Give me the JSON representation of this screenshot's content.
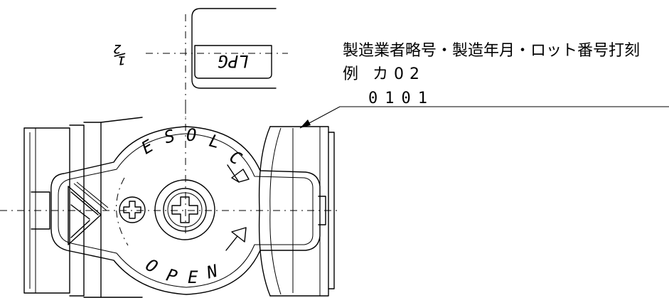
{
  "annotation": {
    "line1": "製造業者略号・製造年月・ロット番号打刻",
    "example_label": "例",
    "example_code": "カ02",
    "lot_code": "0101"
  },
  "stamp": {
    "size_mark": "½",
    "gas_type": "LPG"
  },
  "handle": {
    "close_letters": [
      "C",
      "L",
      "O",
      "S",
      "E"
    ],
    "open_letters": [
      "O",
      "P",
      "E",
      "N"
    ]
  }
}
